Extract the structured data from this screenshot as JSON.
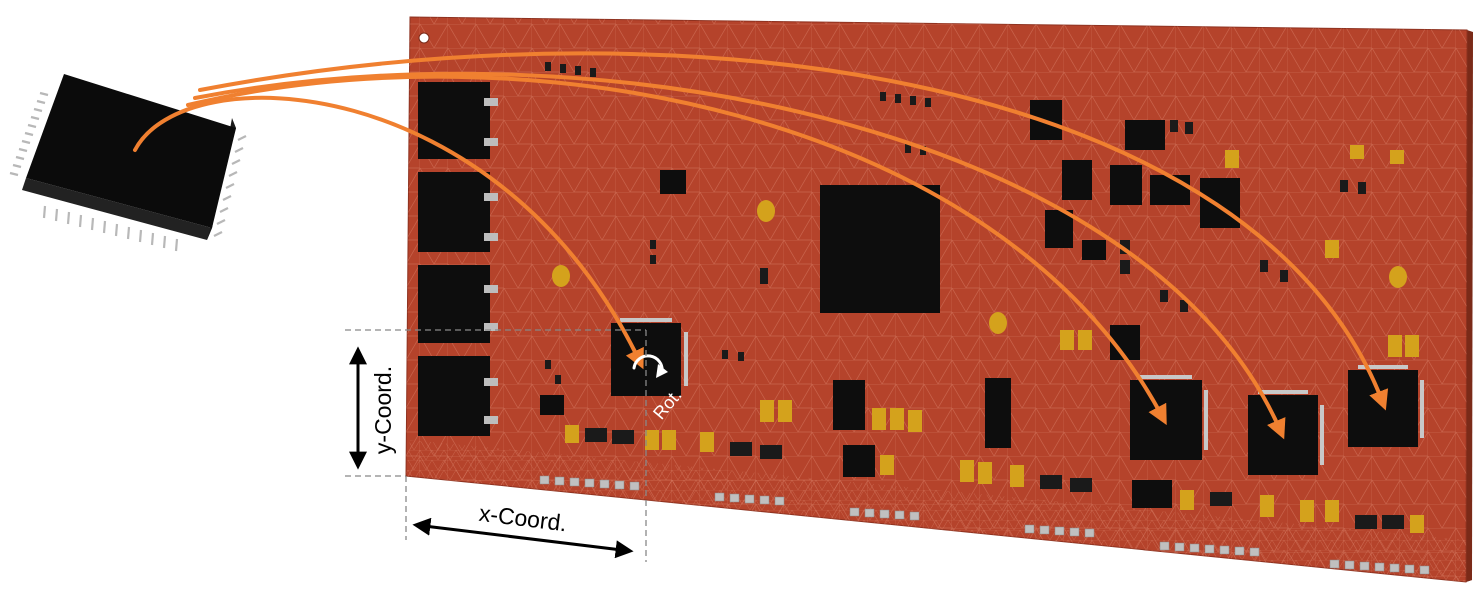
{
  "annotations": {
    "x_label": "x-Coord.",
    "y_label": "y-Coord.",
    "rot_label": "Rot."
  },
  "colors": {
    "pcb": "#b5432b",
    "pcb_dark": "#8e3220",
    "mesh": "#d77a64",
    "arrow": "#f08030",
    "component": "#111111",
    "gold": "#d4a21c",
    "pin": "#c8c8c8",
    "guide": "#888888"
  },
  "icons": {
    "chip": "qfp-chip-icon",
    "rotation": "rotation-arrow-icon"
  }
}
